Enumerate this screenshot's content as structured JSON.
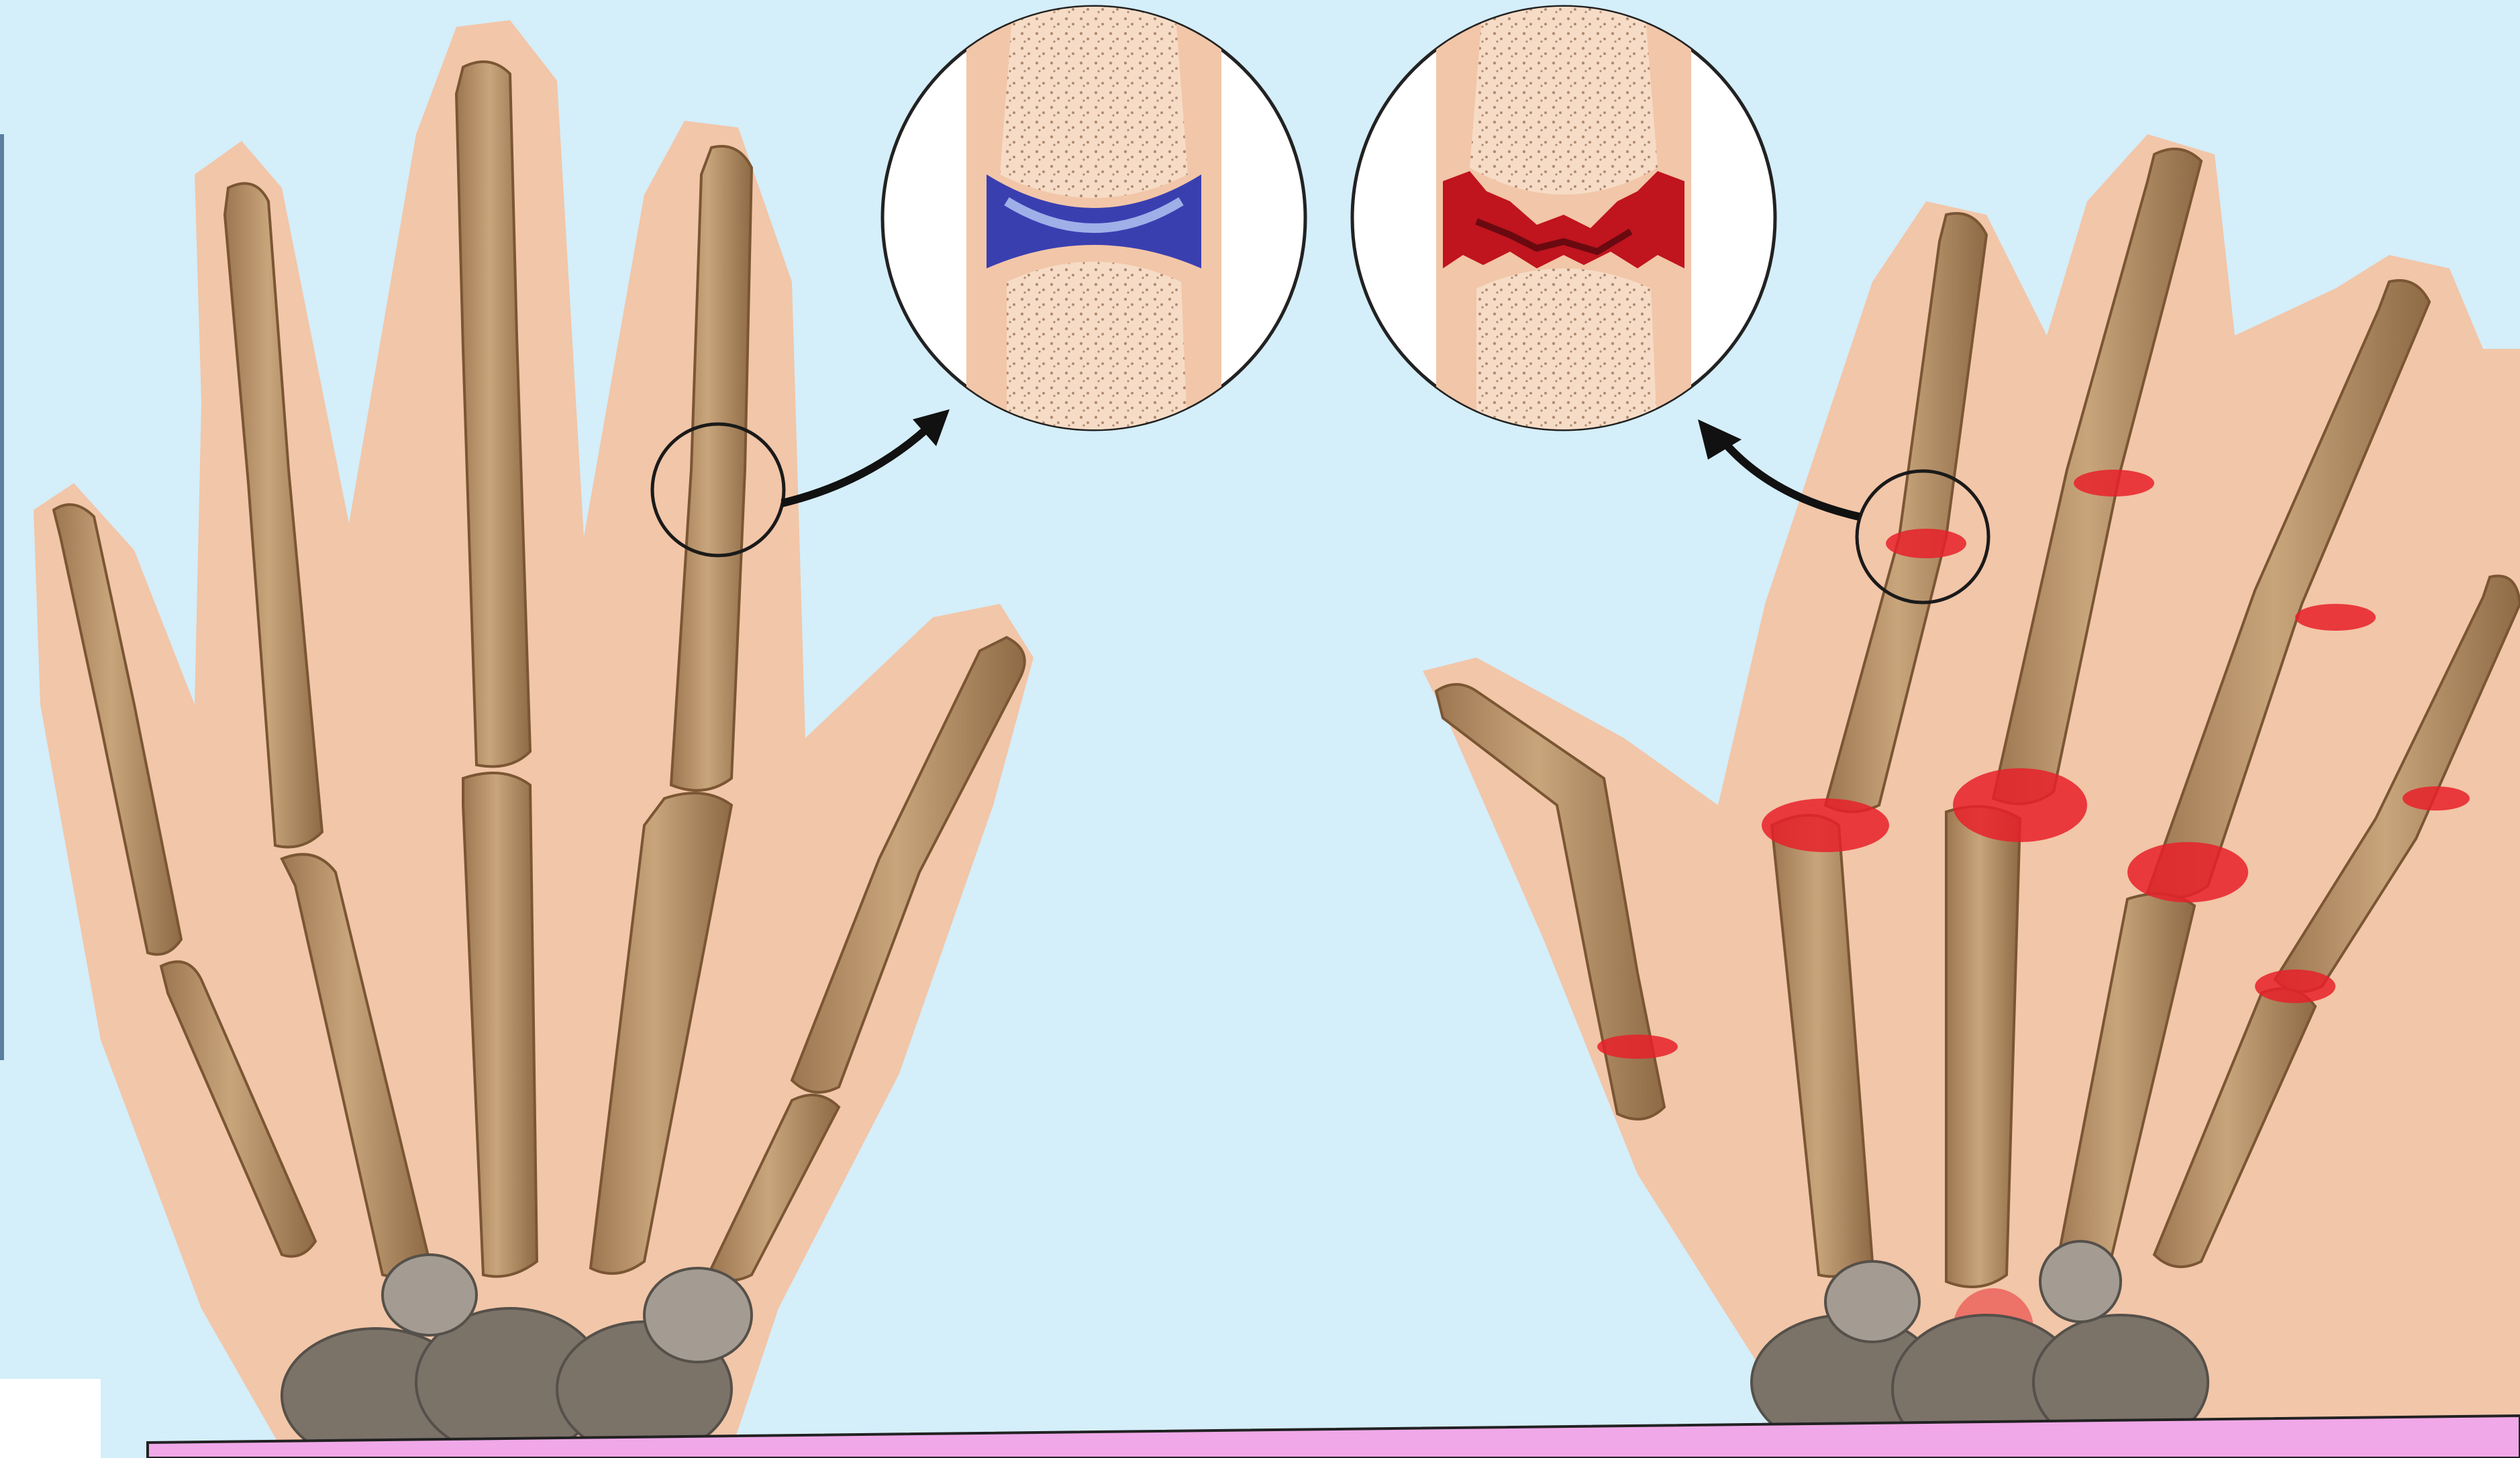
{
  "scene": {
    "background_color": "#d4eefa",
    "skin_color": "#f2c6a8",
    "bone_color": "#b8926a",
    "bone_shadow_color": "#8e6a45",
    "carpal_color": "#7b7268",
    "healthy_cartilage_color": "#3a3fb0",
    "damaged_cartilage_color": "#c0141e",
    "inflammation_color": "#e8202a",
    "bottom_band_color": "#f0a8e8"
  },
  "figure": {
    "left_hand": "healthy-hand-skeleton",
    "right_hand": "arthritic-hand-skeleton",
    "left_inset": "healthy-joint-cross-section",
    "right_inset": "damaged-joint-cross-section"
  }
}
